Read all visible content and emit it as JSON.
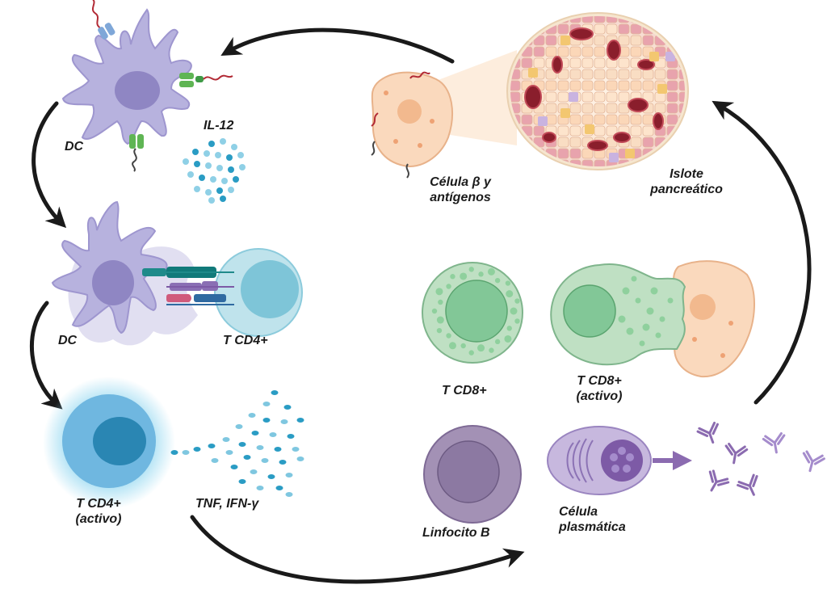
{
  "labels": {
    "dc_top": "DC",
    "il12": "IL-12",
    "dc_mid": "DC",
    "tcd4": "T CD4+",
    "tcd4_active": [
      "T CD4+",
      "(activo)"
    ],
    "tnf": "TNF, IFN-γ",
    "beta_cell": [
      "Célula β y",
      "antígenos"
    ],
    "islet": [
      "Islote",
      "pancreático"
    ],
    "tcd8": "T CD8+",
    "tcd8_active": [
      "T CD8+",
      "(activo)"
    ],
    "bcell": "Linfocito B",
    "plasma": [
      "Célula",
      "plasmática"
    ]
  },
  "colors": {
    "dc": "#b7b2de",
    "dc_nucleus": "#8f86c3",
    "tcd4": "#bfe3ec",
    "tcd4_nucleus": "#7ec5d8",
    "tcd4_active": "#6fb7e0",
    "tcd4_active_nucleus": "#2a86b3",
    "cytokine": "#2a9cc4",
    "tcd8": "#bfe0c3",
    "tcd8_nucleus": "#82c797",
    "beta_cell": "#fad9bd",
    "bcell": "#a391b5",
    "plasma": "#c7b8de",
    "antibody": "#8b6bb0",
    "arrow": "#1a1a1a"
  },
  "icons": [
    "dendritic-cell",
    "t-cell",
    "cytokine-dots",
    "beta-cell",
    "pancreatic-islet",
    "b-lymphocyte",
    "plasma-cell",
    "antibody"
  ]
}
